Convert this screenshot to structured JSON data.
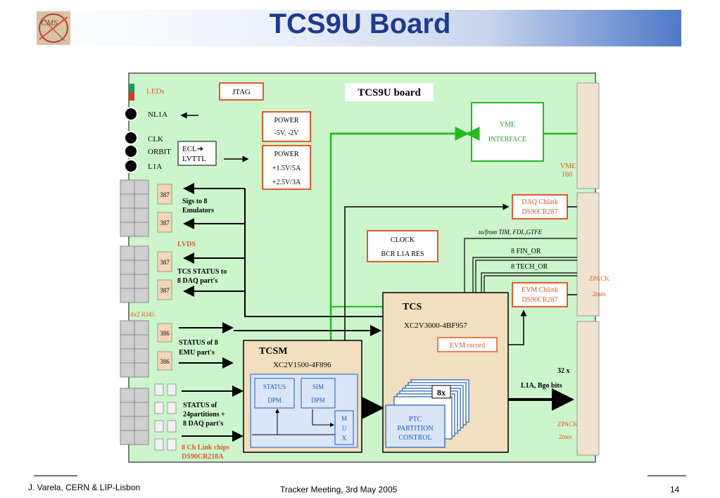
{
  "slide": {
    "title": "TCS9U Board",
    "footer_left": "J. Varela, CERN & LIP-Lisbon",
    "footer_center": "Tracker Meeting, 3rd May 2005",
    "page_number": "14",
    "logo_text": "CMS"
  },
  "colors": {
    "board": "#ccf5cc",
    "fpga": "#f2dfbf",
    "inner": "#d8e6f7",
    "green_line": "#22bb22",
    "red_box": "#e05a2a",
    "title_blue": "#1f3a8f"
  },
  "diagram": {
    "board_label": "TCS9U board",
    "leds": "LEDs",
    "jtag": "JTAG",
    "nl1a": "NL1A",
    "clk": "CLK",
    "orbit": "ORBIT",
    "l1a": "L1A",
    "ecl_line1": "ECL➔",
    "ecl_line2": "LVTTL",
    "power1_line1": "POWER",
    "power1_line2": "-5V, -2V",
    "power2_line1": "POWER",
    "power2_line2": "+1.5V/5A",
    "power2_line3": "+2.5V/3A",
    "vme_line1": "VME",
    "vme_line2": "INTERFACE",
    "vme160_line1": "VME",
    "vme160_line2": "160",
    "daq_line1": "DAQ Chlink",
    "daq_line2": "DS90CR287",
    "clock_line1": "CLOCK",
    "clock_line2": "BCR L1A RES",
    "tim": "to/from TIM, FDL,GTFE",
    "fin_or": "8 FIN_OR",
    "tech_or": "8 TECH_OR",
    "zpack_top_line1": "ZPACK",
    "zpack_top_line2": "2mm",
    "evm_line1": "EVM Chlink",
    "evm_line2": "DS90CR287",
    "sigs_line1": "Sigs to  8",
    "sigs_line2": "Emulators",
    "lvds": "LVDS",
    "tcs_status_line1": "TCS STATUS to",
    "tcs_status_line2": "8 DAQ part's",
    "rj45": "4x2 RJ45",
    "status8_line1": "STATUS of 8",
    "status8_line2": "EMU part's",
    "status24_line1": "STATUS of",
    "status24_line2": "24partitions +",
    "status24_line3": "8 DAQ part's",
    "chlink_line1": "8 Ch Link chips",
    "chlink_line2": "DS90CR218A",
    "chip387": "387",
    "chip386": "386",
    "tcs": "TCS",
    "tcs_part": "XC2V3000-4BF957",
    "evm_record": "EVM record",
    "tcsm": "TCSM",
    "tcsm_part": "XC2V1500-4F896",
    "status_dpm_line1": "STATUS",
    "status_dpm_line2": "DPM",
    "sim_dpm_line1": "SIM",
    "sim_dpm_line2": "DPM",
    "mux_m": "M",
    "mux_u": "U",
    "mux_x": "X",
    "eight_x": "8x",
    "ptc_line1": "PTC",
    "ptc_line2": "PARTITION",
    "ptc_line3": "CONTROL",
    "bits_line1": "32 x",
    "bits_line2": "L1A, Bgo bits",
    "zpack_bottom_line1": "ZPACK",
    "zpack_bottom_line2": "2mm"
  }
}
